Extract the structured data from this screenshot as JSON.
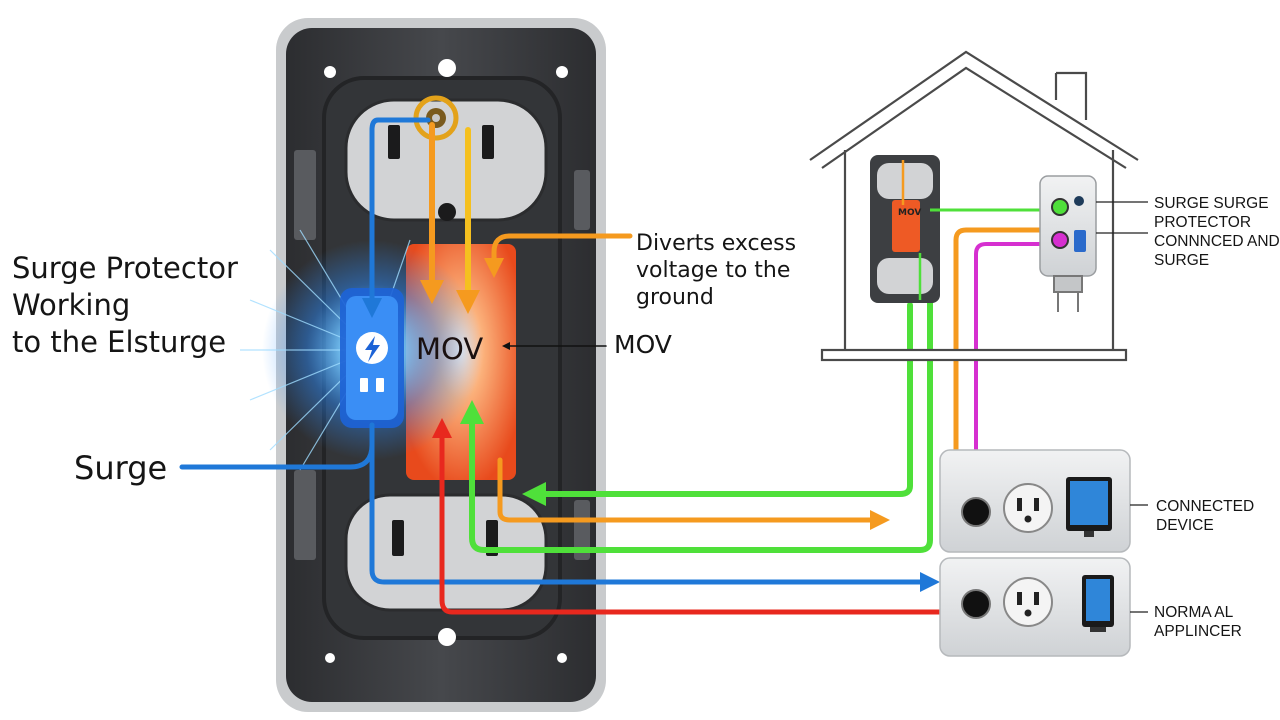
{
  "labels": {
    "title": "Surge Protector\nWorking\nto the Elsturge",
    "surge": "Surge",
    "diverts": "Diverts excess\nvoltage to the\nground",
    "mov_side": "MOV",
    "mov_center": "MOV",
    "mov_mini": "MOV",
    "surge_protector": "SURGE SURGE\nPROTECTOR\nCONNNCED AND\nSURGE",
    "connected_device": "CONNECTED\nDEVICE",
    "normal_appliance": "NORMA AL\nAPPLINCER"
  },
  "colors": {
    "live_path": "#e8281e",
    "surge_path": "#1f78d8",
    "ground_path": "#4fe03a",
    "divert_path": "#f59a1f",
    "signal_path": "#d62fd0",
    "mov_block": "#ee5a25",
    "outlet_frame": "#3d3f42"
  },
  "icons": [
    "lightning-bolt-icon",
    "monitor-icon",
    "tablet-icon",
    "plug-icon",
    "house-outline"
  ]
}
